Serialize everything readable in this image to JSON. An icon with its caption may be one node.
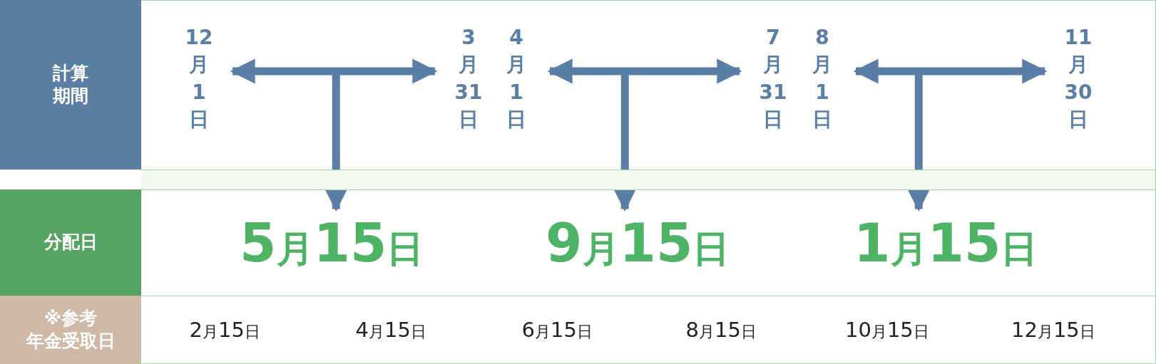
{
  "diagram": {
    "nodes": [
      {
        "text": [
          "計算期間"
        ]
      },
      {
        "text": [
          "12月1日"
        ]
      },
      {
        "text": [
          "3月31日"
        ]
      },
      {
        "text": [
          "4月1日"
        ]
      },
      {
        "text": [
          "7月31日"
        ]
      },
      {
        "text": [
          "8月1日"
        ]
      },
      {
        "text": [
          "11月30日"
        ]
      },
      {
        "text": [
          "分配日"
        ]
      },
      {
        "text": [
          "5月15日"
        ]
      },
      {
        "text": [
          "9月15日"
        ]
      },
      {
        "text": [
          "1月15日"
        ]
      },
      {
        "text": [
          "※参考",
          "年金受取日"
        ]
      }
    ],
    "edges": [
      {
        "from": 1,
        "to": 2,
        "arrow": "both"
      },
      {
        "from": null,
        "to": 8,
        "arrow": "to"
      },
      {
        "from": 3,
        "to": 4,
        "arrow": "both"
      },
      {
        "from": null,
        "to": 9,
        "arrow": "to"
      },
      {
        "from": 5,
        "to": 6,
        "arrow": "both"
      },
      {
        "from": null,
        "to": 10,
        "arrow": "to"
      }
    ],
    "labels": [
      "2月15日",
      "4月15日",
      "6月15日",
      "8月15日",
      "10月15日",
      "12月15日"
    ]
  }
}
